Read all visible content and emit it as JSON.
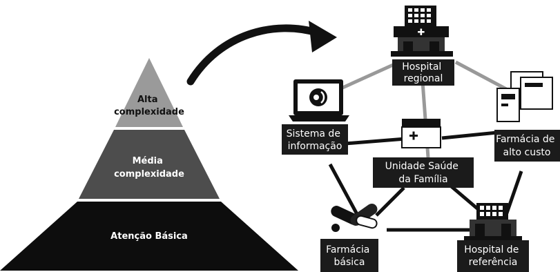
{
  "pyramid": {
    "levels": [
      {
        "lines": [
          "Alta",
          "complexidade"
        ]
      },
      {
        "lines": [
          "Média",
          "complexidade"
        ]
      },
      {
        "lines": [
          "Atenção Básica"
        ]
      }
    ]
  },
  "network": {
    "nodes": {
      "hospital_regional": {
        "lines": [
          "Hospital",
          "regional"
        ],
        "icon": "hospital-building-icon"
      },
      "sistema_informacao": {
        "lines": [
          "Sistema de",
          "informação"
        ],
        "icon": "laptop-icon"
      },
      "farmacia_alto_custo": {
        "lines": [
          "Farmácia de",
          "alto custo"
        ],
        "icon": "pharmacy-boxes-icon"
      },
      "unidade_saude_familia": {
        "lines": [
          "Unidade Saúde",
          "da Família"
        ],
        "icon": "first-aid-kit-icon"
      },
      "farmacia_basica": {
        "lines": [
          "Farmácia",
          "básica"
        ],
        "icon": "pills-icon"
      },
      "hospital_referencia": {
        "lines": [
          "Hospital de",
          "referência"
        ],
        "icon": "hospital-icon"
      }
    }
  }
}
